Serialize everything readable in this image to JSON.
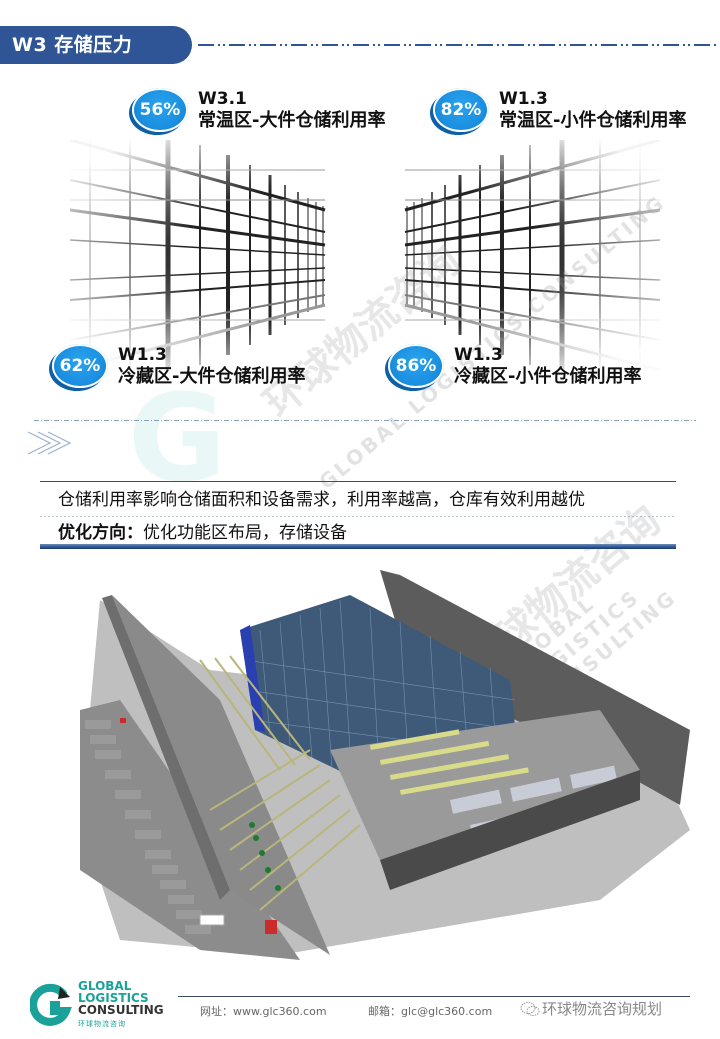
{
  "header": {
    "title": "W3 存储压力",
    "accent_color": "#2f5597"
  },
  "stats": [
    {
      "percent": "56%",
      "code": "W3.1",
      "label": "常温区-大件仓储利用率"
    },
    {
      "percent": "82%",
      "code": "W1.3",
      "label": "常温区-小件仓储利用率"
    },
    {
      "percent": "62%",
      "code": "W1.3",
      "label": "冷藏区-大件仓储利用率"
    },
    {
      "percent": "86%",
      "code": "W1.3",
      "label": "冷藏区-小件仓储利用率"
    }
  ],
  "badge_color": "#1b8fe0",
  "note": {
    "line1": "仓储利用率影响仓储面积和设备需求，利用率越高，仓库有效利用越优",
    "line2_label": "优化方向：",
    "line2_text": "优化功能区布局，存储设备"
  },
  "images": {
    "hero": "storage-rack-aisle-illustration",
    "warehouse": "automated-warehouse-3d-render"
  },
  "watermark": {
    "cn": "环球物流咨询",
    "en": "GLOBAL LOGISTICS CONSULTING"
  },
  "footer": {
    "logo": {
      "line1": "GLOBAL",
      "line2": "LOGISTICS",
      "line3": "CONSULTING",
      "line4": "环球物流咨询"
    },
    "website": "网址：www.glc360.com",
    "email": "邮箱：glc@glc360.com",
    "wechat": "环球物流咨询规划"
  }
}
